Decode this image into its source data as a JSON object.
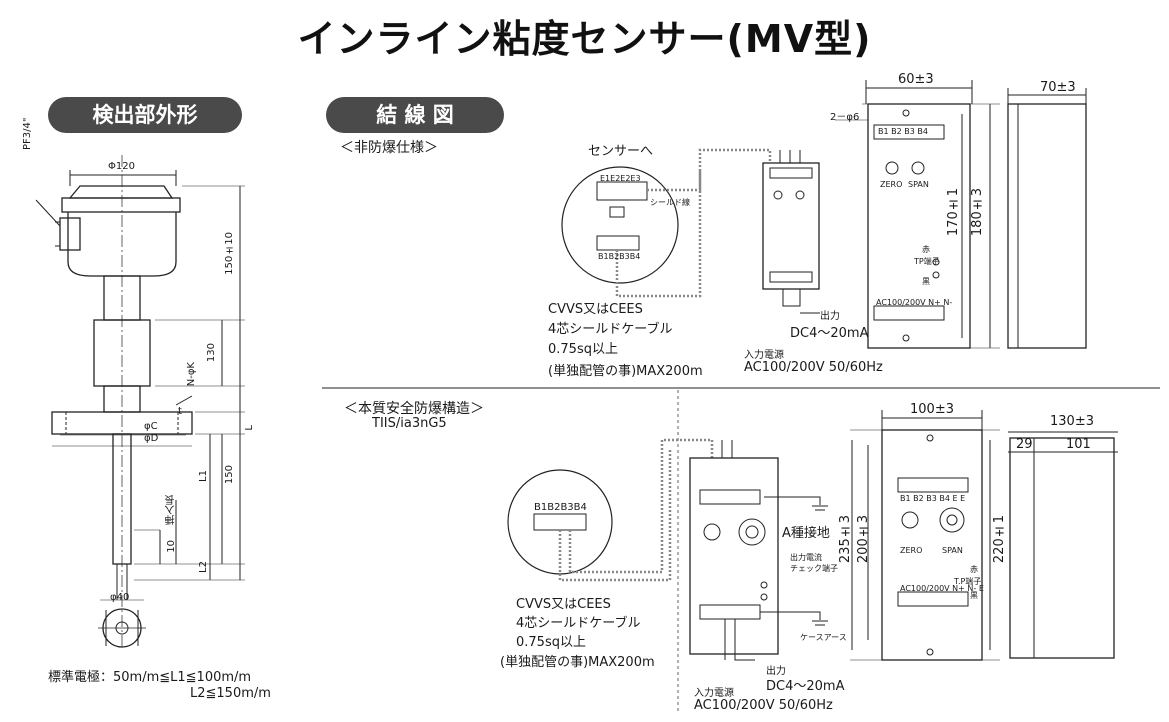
{
  "title": "インライン粘度センサー(MV型)",
  "sections": {
    "detector": "検出部外形",
    "wiring": "結 線 図"
  },
  "detector": {
    "pf": "PF3/4\"",
    "phi120": "Φ120",
    "d150": "150±10",
    "d130": "130",
    "nphik": "N-φK",
    "t": "t",
    "phic": "φC",
    "phid": "φD",
    "L": "L",
    "L1": "L1",
    "d150b": "150",
    "insert": "挿入長",
    "d10": "10",
    "L2": "L2",
    "phi40": "φ40",
    "std1": "標準電極：50m/m≦L1≦100m/m",
    "std2": "L2≦150m/m"
  },
  "nonexplosion": {
    "heading": "＜非防爆仕様＞",
    "to_sensor": "センサーへ",
    "e_terms": "E1E2E2E3",
    "shield": "シールド線",
    "b_terms": "B1B2B3B4",
    "cable1": "CVVS又はCEES",
    "cable2": "4芯シールドケーブル",
    "cable3": "0.75sq以上",
    "cable4": "(単独配管の事)MAX200m",
    "output": "出力",
    "dc": "DC4～20mA",
    "power_in": "入力電源",
    "ac": "AC100/200V 50/60Hz",
    "w60": "60±3",
    "w70": "70±3",
    "hole": "2－φ6",
    "h170": "170±1",
    "h180": "180±3",
    "zero": "ZERO",
    "span": "SPAN",
    "term_row": "B1 B2 B3 B4",
    "red": "赤",
    "tp": "TP端子",
    "black": "黒",
    "bottom_terms": "AC100/200V N+ N-"
  },
  "intrinsic": {
    "heading": "＜本質安全防爆構造＞",
    "code": "TIIS/ia3nG5",
    "b_terms": "B1B2B3B4",
    "ground": "A種接地",
    "check1": "出力電流",
    "check2": "チェック端子",
    "case_earth": "ケースアース",
    "cable1": "CVVS又はCEES",
    "cable2": "4芯シールドケーブル",
    "cable3": "0.75sq以上",
    "cable4": "(単独配管の事)MAX200m",
    "output": "出力",
    "dc": "DC4～20mA",
    "power_in": "入力電源",
    "ac": "AC100/200V 50/60Hz",
    "w100": "100±3",
    "w130": "130±3",
    "d29": "29",
    "d101": "101",
    "h235": "235±3",
    "h200": "200±3",
    "h220": "220±1",
    "zero": "ZERO",
    "span": "SPAN",
    "term_row": "B1 B2 B3 B4 E E",
    "red": "赤",
    "tp": "T.P端子",
    "black": "黒",
    "bottom_terms": "AC100/200V N+ N- E"
  }
}
